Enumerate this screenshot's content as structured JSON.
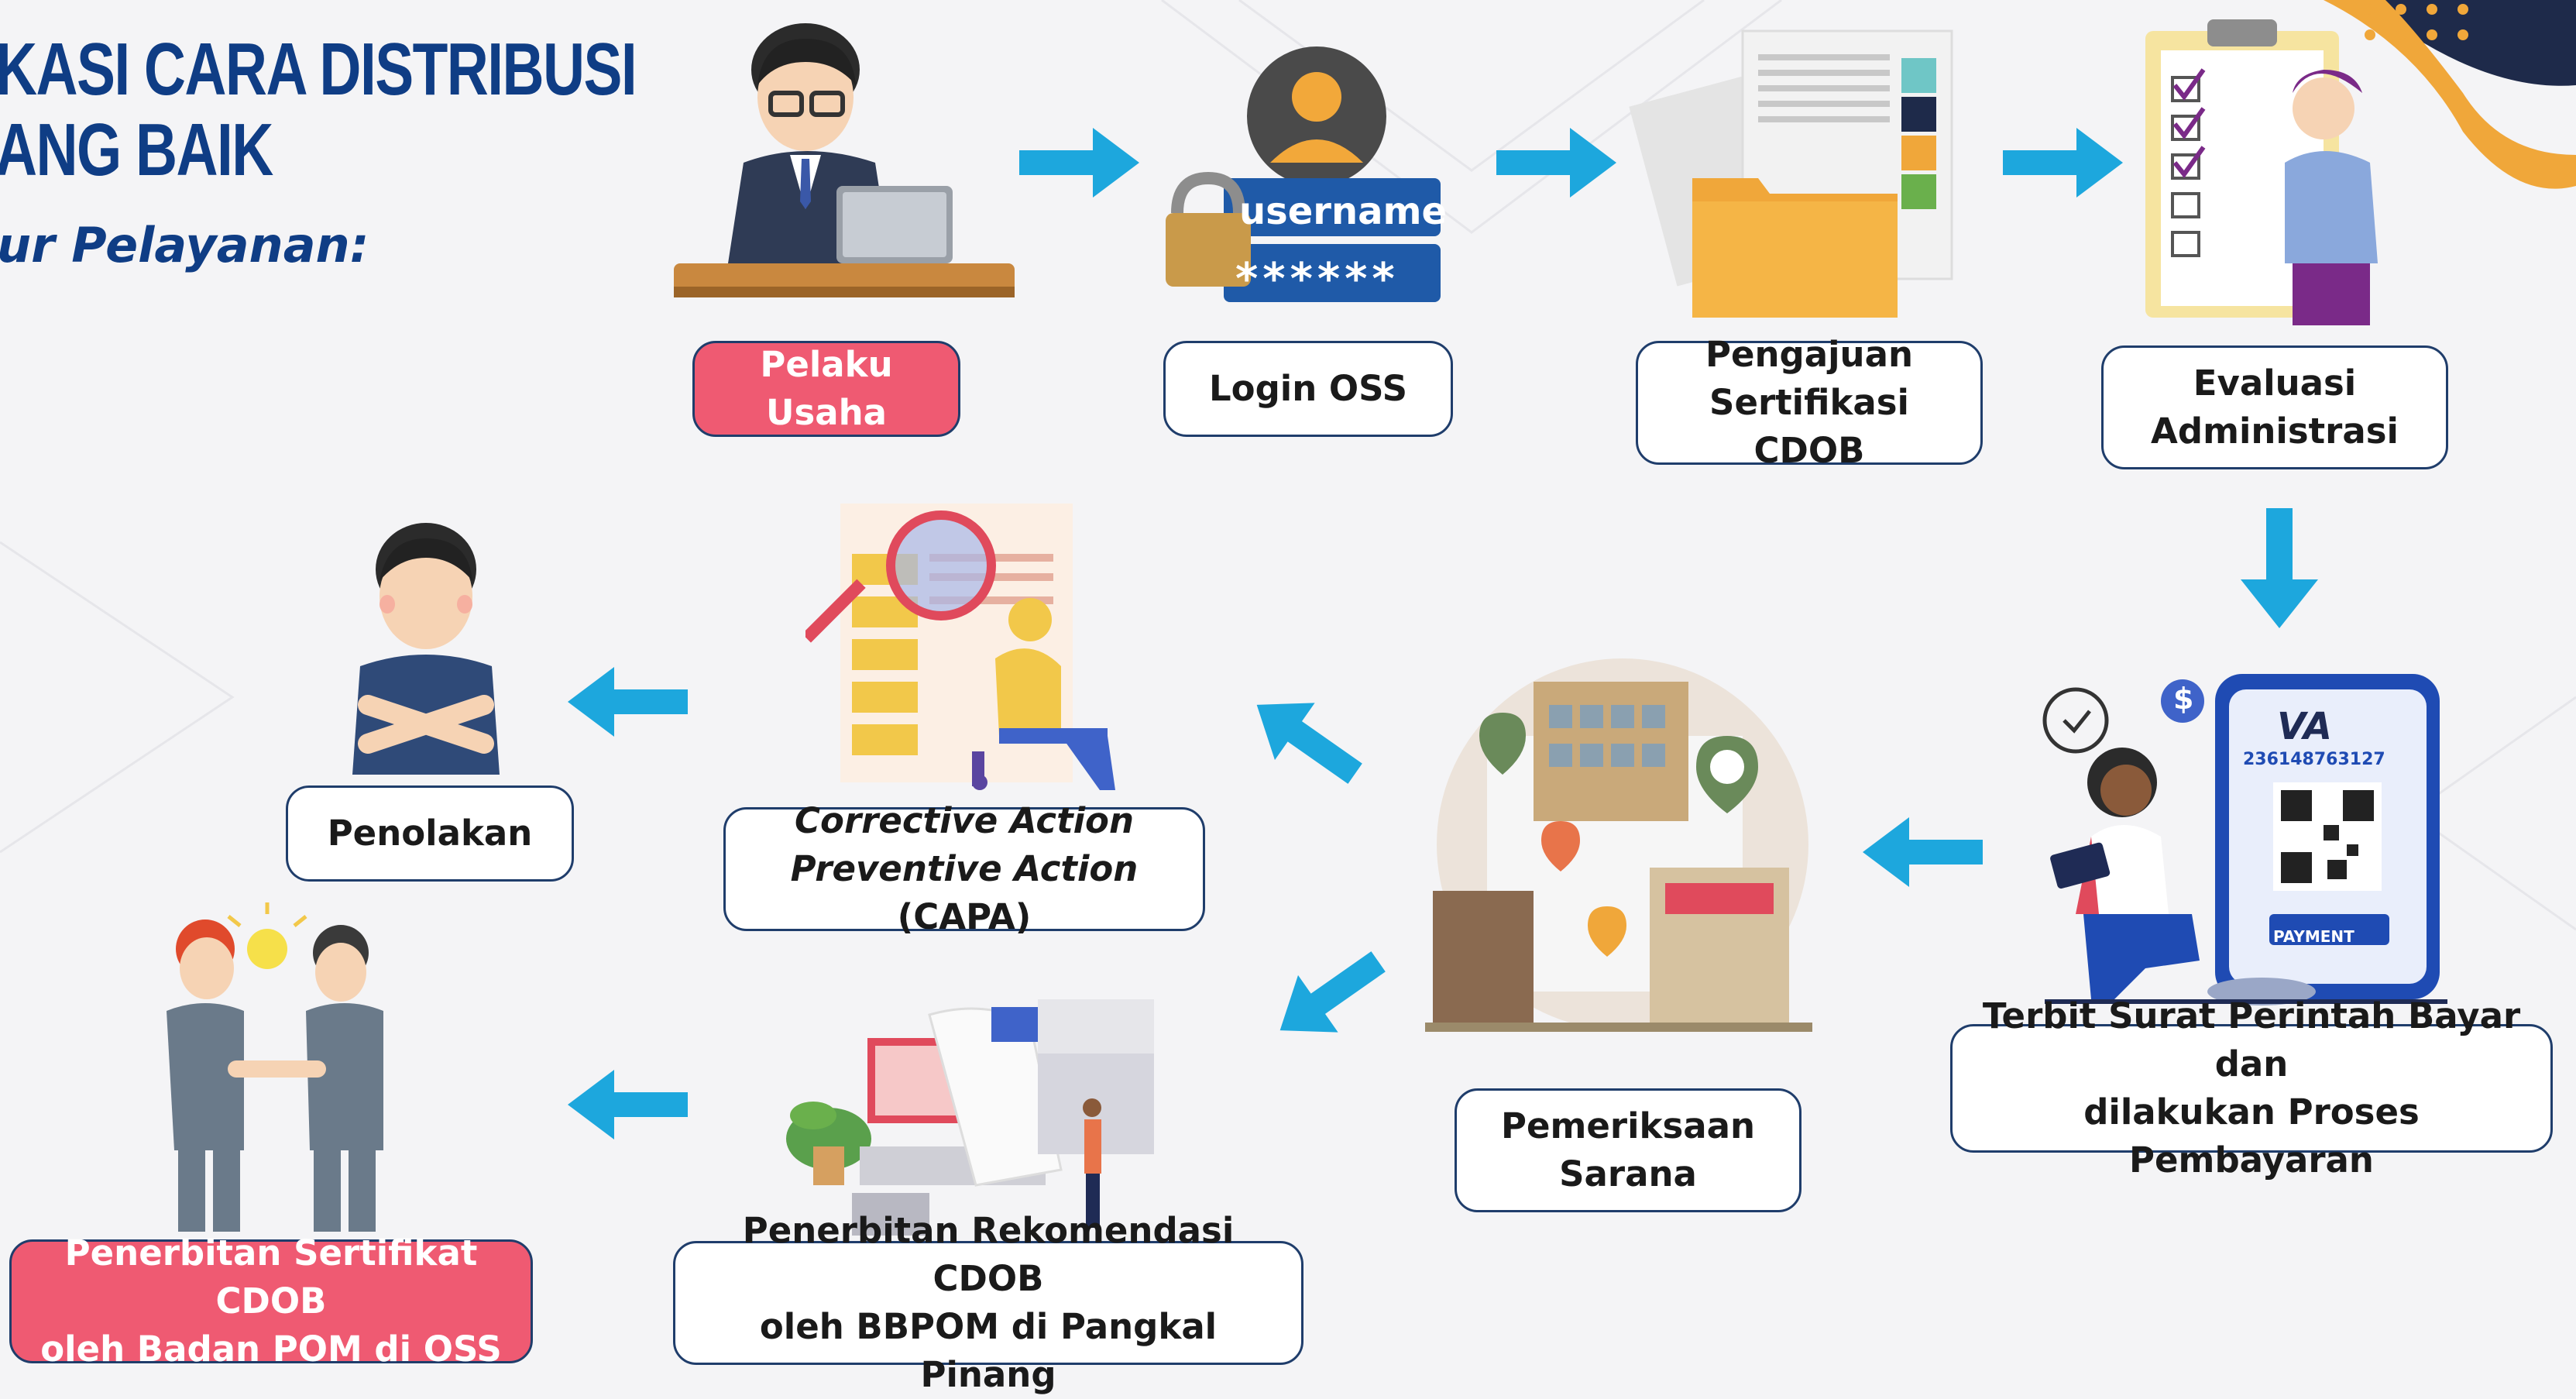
{
  "header": {
    "title_line1": "KASI CARA DISTRIBUSI",
    "title_line2": "ANG BAIK",
    "subtitle": "ur Pelayanan:"
  },
  "colors": {
    "title": "#0f3d85",
    "arrow": "#1da7dd",
    "highlight_box": "#ef5a72",
    "box_border": "#1f3d6b"
  },
  "login_card": {
    "username_label": "username",
    "password_mask": "******"
  },
  "payment_phone": {
    "va_label": "VA",
    "va_number": "236148763127",
    "payment_button": "PAYMENT",
    "dollar_sign": "$"
  },
  "steps": {
    "pelaku_usaha": "Pelaku Usaha",
    "login_oss": "Login OSS",
    "pengajuan_line1": "Pengajuan",
    "pengajuan_line2": "Sertifikasi CDOB",
    "evaluasi_line1": "Evaluasi",
    "evaluasi_line2": "Administrasi",
    "terbit_line1": "Terbit Surat Perintah Bayar dan",
    "terbit_line2": "dilakukan Proses Pembayaran",
    "pemeriksaan_line1": "Pemeriksaan",
    "pemeriksaan_line2": "Sarana",
    "capa_line1": "Corrective Action",
    "capa_line2_italic": "Preventive Action",
    "capa_line2_rest": " (CAPA)",
    "penolakan": "Penolakan",
    "rekomendasi_line1": "Penerbitan Rekomendasi CDOB",
    "rekomendasi_line2": "oleh BBPOM di Pangkal Pinang",
    "sertifikat_line1": "Penerbitan Sertifikat CDOB",
    "sertifikat_line2": "oleh Badan POM di OSS"
  },
  "icons": {
    "pelaku_usaha": "businessman-laptop-icon",
    "login": "user-login-icon",
    "pengajuan": "folder-documents-icon",
    "evaluasi": "clipboard-checklist-icon",
    "terbit": "mobile-payment-icon",
    "pemeriksaan": "city-map-icon",
    "capa": "magnifier-analysis-icon",
    "penolakan": "rejected-person-icon",
    "rekomendasi": "printer-documents-icon",
    "sertifikat": "handshake-icon"
  }
}
